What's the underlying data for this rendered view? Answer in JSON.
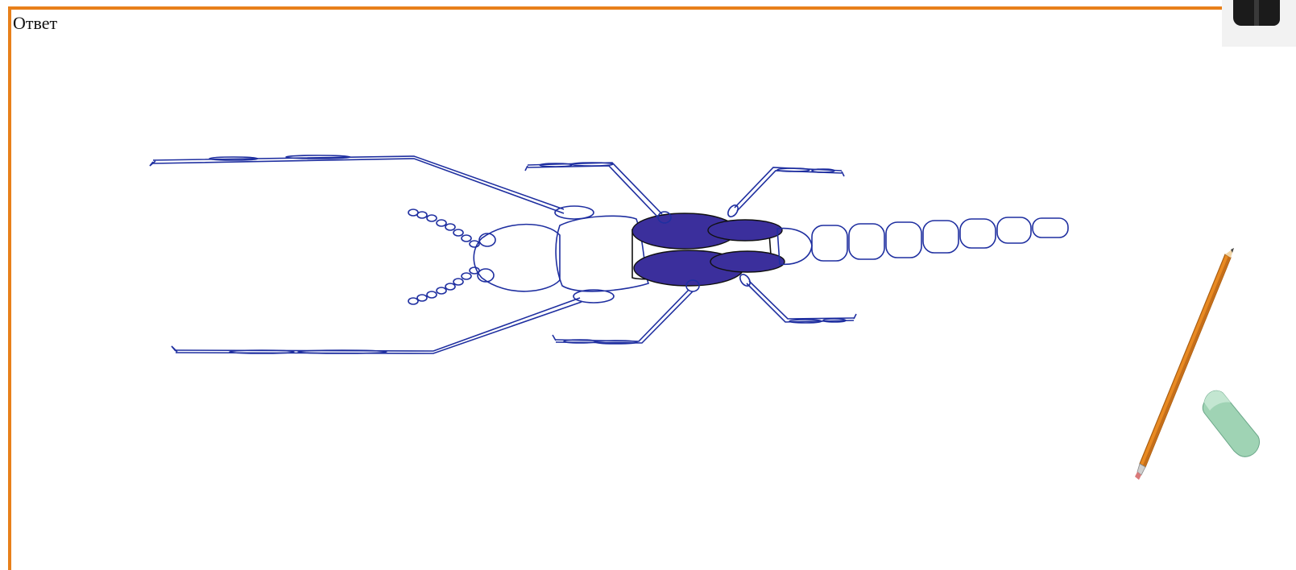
{
  "board": {
    "label": "Ответ",
    "frame_color": "#e8801a"
  },
  "drawing": {
    "subject": "insect-outline",
    "stroke_color": "#1f2fa0",
    "fill_color": "#3b2f9c"
  },
  "tools": {
    "pencil": "pencil-icon",
    "eraser": "eraser-icon",
    "top_right_thumb": "tool-thumbnail"
  }
}
